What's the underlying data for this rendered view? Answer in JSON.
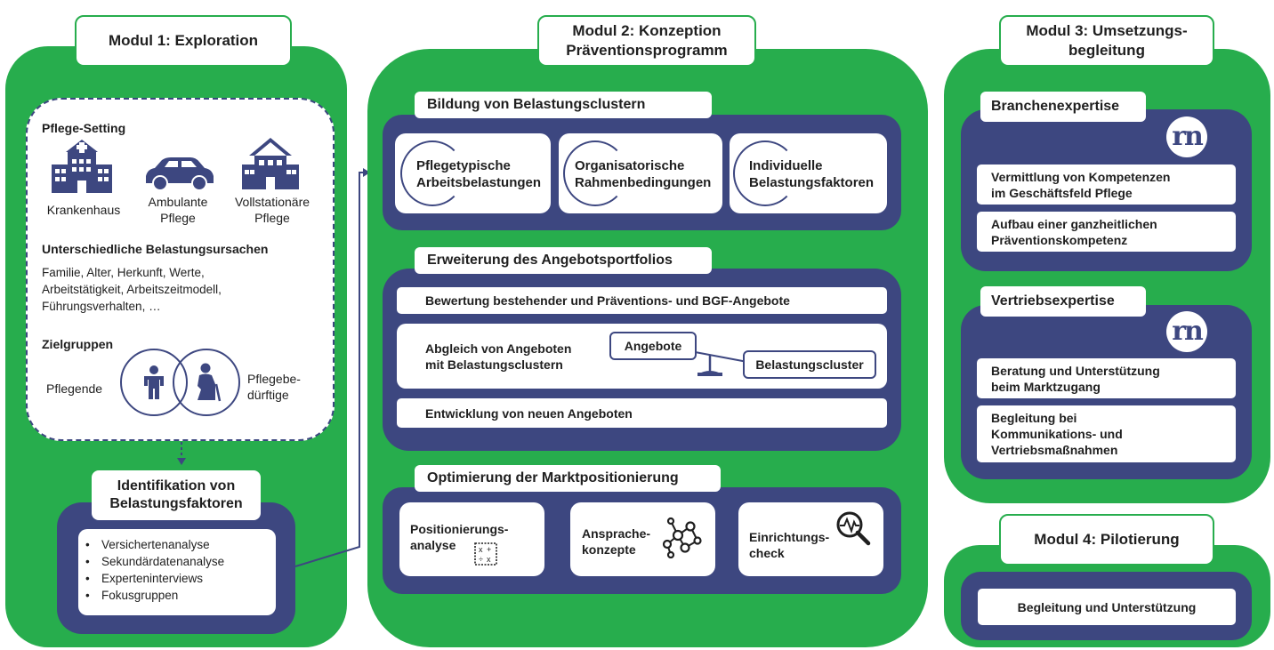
{
  "module1": {
    "title": "Modul 1: Exploration",
    "setting_heading": "Pflege-Setting",
    "setting_items": [
      {
        "icon": "hospital-icon",
        "label": "Krankenhaus"
      },
      {
        "icon": "car-icon",
        "label": "Ambulante\nPflege"
      },
      {
        "icon": "nursing-home-icon",
        "label": "Vollstationäre\nPflege"
      }
    ],
    "causes_heading": "Unterschiedliche Belastungsursachen",
    "causes_text": "Familie, Alter, Herkunft, Werte, Arbeitstätigkeit, Arbeitszeitmodell, Führungsverhalten,  …",
    "target_heading": "Zielgruppen",
    "target_left": "Pflegende",
    "target_right": "Pflegebe-\ndürftige",
    "identification_title": "Identifikation von\nBelastungsfaktoren",
    "identification_items": [
      "Versichertenanalyse",
      "Sekundärdatenanalyse",
      "Experteninterviews",
      "Fokusgruppen"
    ]
  },
  "module2": {
    "title": "Modul 2: Konzeption\nPräventionsprogramm",
    "section1": {
      "title": "Bildung von Belastungsclustern",
      "cards": [
        "Pflegetypische\nArbeitsbelastungen",
        "Organisatorische\nRahmenbedingungen",
        "Individuelle\nBelastungsfaktoren"
      ]
    },
    "section2": {
      "title": "Erweiterung des Angebotsportfolios",
      "row1": "Bewertung bestehender und Präventions- und BGF-Angebote",
      "row2": "Abgleich von Angeboten\nmit Belastungsclustern",
      "scale_left": "Angebote",
      "scale_right": "Belastungscluster",
      "row3": "Entwicklung von neuen Angeboten"
    },
    "section3": {
      "title": "Optimierung der Marktpositionierung",
      "cards": [
        {
          "label": "Positionierungs-\nanalyse",
          "icon": "calculator-icon"
        },
        {
          "label": "Ansprache-\nkonzepte",
          "icon": "network-icon"
        },
        {
          "label": "Einrichtungs-\ncheck",
          "icon": "magnifier-pulse-icon"
        }
      ]
    }
  },
  "module3": {
    "title": "Modul 3: Umsetzungs-\nbegleitung",
    "branch": {
      "title": "Branchenexpertise",
      "logo": "rn",
      "items": [
        "Vermittlung von Kompetenzen\nim Geschäftsfeld  Pflege",
        "Aufbau einer ganzheitlichen\nPräventionskompetenz"
      ]
    },
    "sales": {
      "title": "Vertriebsexpertise",
      "logo": "rn",
      "items": [
        "Beratung und Unterstützung\nbeim Marktzugang",
        "Begleitung bei\nKommunikations- und\nVertriebsmaßnahmen"
      ]
    }
  },
  "module4": {
    "title": "Modul 4: Pilotierung",
    "item": "Begleitung und Unterstützung"
  },
  "colors": {
    "green": "#27ad4d",
    "navy": "#3d4780",
    "white": "#ffffff"
  }
}
